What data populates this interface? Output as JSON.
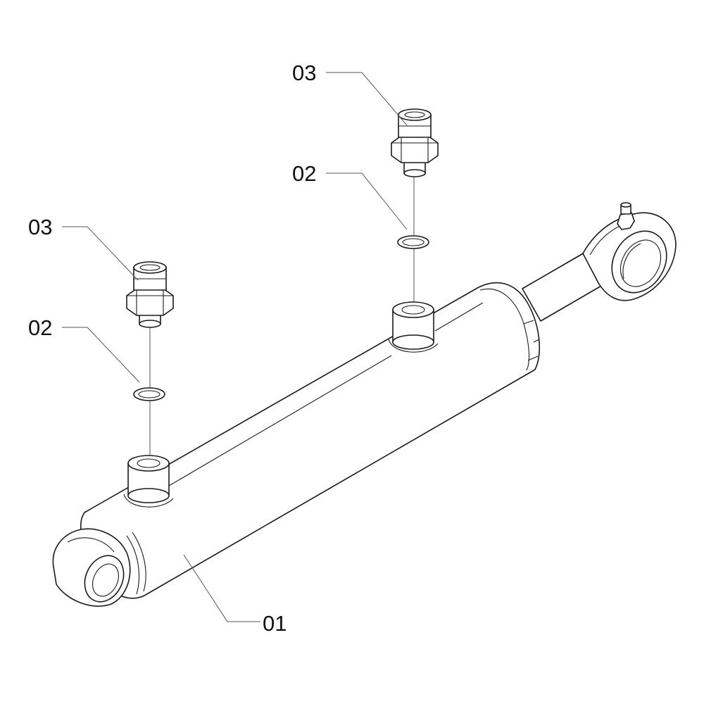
{
  "callouts": [
    {
      "id": "c1",
      "label": "03"
    },
    {
      "id": "c2",
      "label": "02"
    },
    {
      "id": "c3",
      "label": "03"
    },
    {
      "id": "c4",
      "label": "02"
    },
    {
      "id": "c5",
      "label": "01"
    }
  ],
  "colors": {
    "line": "#1a1a1a",
    "leader": "#555555",
    "background": "#ffffff"
  }
}
